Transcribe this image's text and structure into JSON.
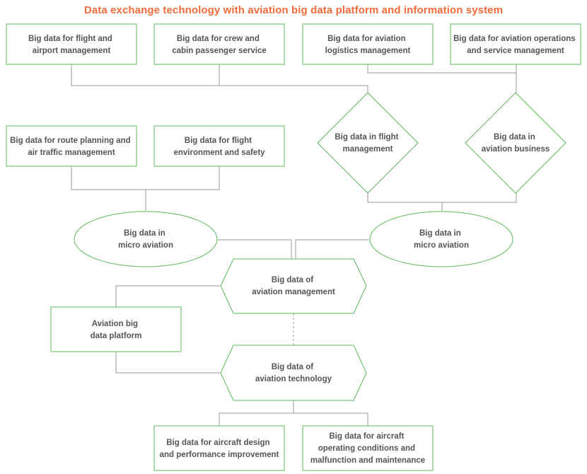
{
  "title": "Data exchange technology with aviation big data platform and information system",
  "nodes": {
    "flight_airport": [
      "Big data for flight and",
      "airport management"
    ],
    "crew_cabin": [
      "Big data for crew and",
      "cabin passenger service"
    ],
    "logistics": [
      "Big data for aviation",
      "logistics management"
    ],
    "operations": [
      "Big data for aviation operations",
      "and service management"
    ],
    "route_planning": [
      "Big data for route planning and",
      "air traffic management"
    ],
    "environment": [
      "Big data for flight",
      "environment and safety"
    ],
    "flight_management": [
      "Big data in flight",
      "management"
    ],
    "aviation_business": [
      "Big data in",
      "aviation business"
    ],
    "micro_left": [
      "Big data in",
      "micro aviation"
    ],
    "micro_right": [
      "Big data in",
      "micro aviation"
    ],
    "aviation_management": [
      "Big data of",
      "aviation management"
    ],
    "platform": [
      "Aviation big",
      "data platform"
    ],
    "aviation_technology": [
      "Big data of",
      "aviation technology"
    ],
    "aircraft_design": [
      "Big data for aircraft design",
      "and performance improvement"
    ],
    "aircraft_conditions": [
      "Big data for aircraft",
      "operating conditions and",
      "malfunction and maintenance"
    ]
  },
  "colors": {
    "title": "#f26b3a",
    "border": "#5cb85c",
    "connector": "#9a9a9a",
    "text": "#555555"
  }
}
